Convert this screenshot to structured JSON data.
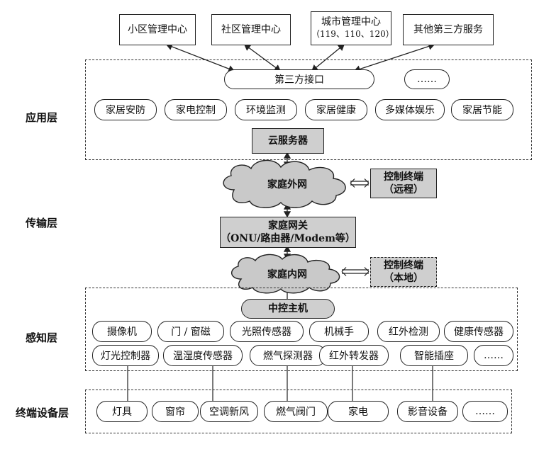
{
  "layers": {
    "application": "应用层",
    "transport": "传输层",
    "perception": "感知层",
    "terminal": "终端设备层"
  },
  "top_centers": [
    "小区管理中心",
    "社区管理中心",
    "城市管理中心",
    "其他第三方服务"
  ],
  "city_center_sub": "（119、110、120）",
  "third_party_interface": "第三方接口",
  "ellipsis": "……",
  "app_services": [
    "家居安防",
    "家电控制",
    "环境监测",
    "家居健康",
    "多媒体娱乐",
    "家居节能"
  ],
  "cloud_server": "云服务器",
  "home_external_network": "家庭外网",
  "remote_terminal": {
    "line1": "控制终端",
    "line2": "（远程）"
  },
  "home_gateway": {
    "line1": "家庭网关",
    "line2": "（ONU/路由器/Modem等）"
  },
  "home_internal_network": "家庭内网",
  "local_terminal": {
    "line1": "控制终端",
    "line2": "（本地）"
  },
  "central_host": "中控主机",
  "sensors_row1": [
    "摄像机",
    "门 / 窗磁",
    "光照传感器",
    "机械手",
    "红外检测",
    "健康传感器"
  ],
  "sensors_row2": [
    "灯光控制器",
    "温湿度传感器",
    "燃气探测器",
    "红外转发器",
    "智能插座"
  ],
  "devices": [
    "灯具",
    "窗帘",
    "空调新风",
    "燃气阀门",
    "家电",
    "影音设备"
  ]
}
